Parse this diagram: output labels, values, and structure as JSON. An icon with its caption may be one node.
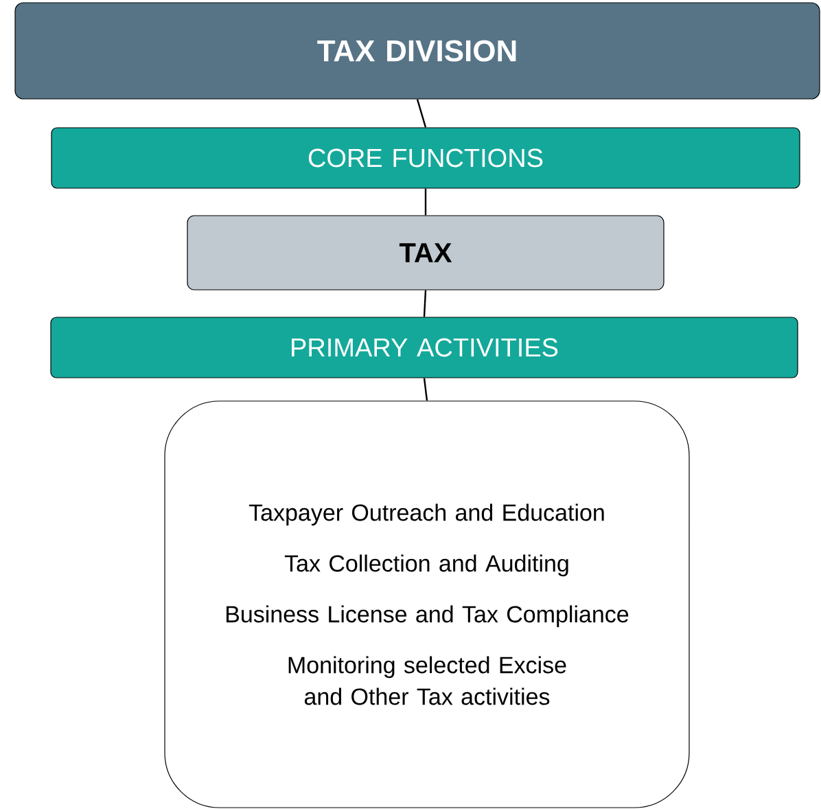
{
  "diagram": {
    "nodes": [
      {
        "text": [
          "TAX DIVISION"
        ]
      },
      {
        "text": [
          "CORE FUNCTIONS"
        ]
      },
      {
        "text": [
          "TAX"
        ]
      },
      {
        "text": [
          "PRIMARY ACTIVITIES"
        ]
      },
      {
        "text": [
          "Taxpayer Outreach and Education",
          "Tax Collection and Auditing",
          "Business License and Tax Compliance",
          "Monitoring selected Excise and Other Tax activities"
        ]
      }
    ],
    "edges": [
      {
        "from": 0,
        "to": 1,
        "arrow": "none"
      },
      {
        "from": 1,
        "to": 2,
        "arrow": "none"
      },
      {
        "from": 2,
        "to": 3,
        "arrow": "none"
      },
      {
        "from": 3,
        "to": 4,
        "arrow": "none"
      }
    ]
  }
}
